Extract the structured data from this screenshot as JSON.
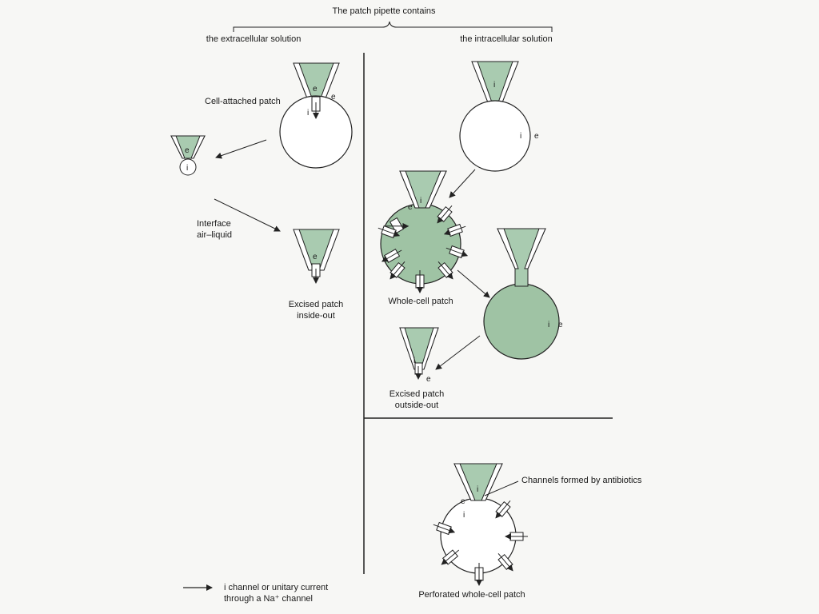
{
  "header": {
    "title": "The patch pipette contains",
    "left_heading": "the extracellular solution",
    "right_heading": "the intracellular solution"
  },
  "labels": {
    "cell_attached": "Cell-attached patch",
    "interface_line1": "Interface",
    "interface_line2": "air–liquid",
    "excised_inside_out_line1": "Excised patch",
    "excised_inside_out_line2": "inside-out",
    "whole_cell": "Whole-cell patch",
    "excised_outside_out_line1": "Excised patch",
    "excised_outside_out_line2": "outside-out",
    "channels_antibiotics": "Channels formed by antibiotics",
    "perforated": "Perforated whole-cell patch",
    "legend_line1": "i channel or unitary current",
    "legend_line2": "through a Na⁺ channel"
  },
  "markers": {
    "e": "e",
    "i": "i"
  },
  "colors": {
    "solution_green": "#a9cbb0",
    "cell_green": "#9fc3a4",
    "line": "#222222",
    "background": "#f7f7f5"
  }
}
